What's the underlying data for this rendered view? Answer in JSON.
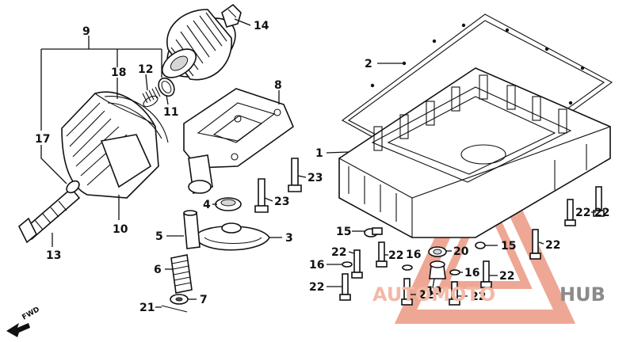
{
  "callouts": [
    {
      "id": "9",
      "text": "9"
    },
    {
      "id": "14",
      "text": "14"
    },
    {
      "id": "18",
      "text": "18"
    },
    {
      "id": "12",
      "text": "12"
    },
    {
      "id": "11",
      "text": "11"
    },
    {
      "id": "2",
      "text": "2"
    },
    {
      "id": "8",
      "text": "8"
    },
    {
      "id": "17",
      "text": "17"
    },
    {
      "id": "1",
      "text": "1"
    },
    {
      "id": "23a",
      "text": "23"
    },
    {
      "id": "23b",
      "text": "23"
    },
    {
      "id": "4",
      "text": "4"
    },
    {
      "id": "10",
      "text": "10"
    },
    {
      "id": "13",
      "text": "13"
    },
    {
      "id": "5",
      "text": "5"
    },
    {
      "id": "3",
      "text": "3"
    },
    {
      "id": "22a",
      "text": "22"
    },
    {
      "id": "22b",
      "text": "22"
    },
    {
      "id": "15a",
      "text": "15"
    },
    {
      "id": "16a",
      "text": "16"
    },
    {
      "id": "22c",
      "text": "22"
    },
    {
      "id": "20",
      "text": "20"
    },
    {
      "id": "15b",
      "text": "15"
    },
    {
      "id": "22d",
      "text": "22"
    },
    {
      "id": "16b",
      "text": "16"
    },
    {
      "id": "6",
      "text": "6"
    },
    {
      "id": "16c",
      "text": "16"
    },
    {
      "id": "22e",
      "text": "22"
    },
    {
      "id": "22f",
      "text": "22"
    },
    {
      "id": "22g",
      "text": "22"
    },
    {
      "id": "19",
      "text": "19"
    },
    {
      "id": "22h",
      "text": "22"
    },
    {
      "id": "22i",
      "text": "22"
    },
    {
      "id": "21",
      "text": "21"
    },
    {
      "id": "7",
      "text": "7"
    }
  ],
  "watermark": {
    "part_a": "AUTOMOTO",
    "part_b": "HUB",
    "color_red": "#e98a72",
    "color_gray": "#8b8b8b"
  },
  "direction_marker": {
    "text": "FWD"
  }
}
